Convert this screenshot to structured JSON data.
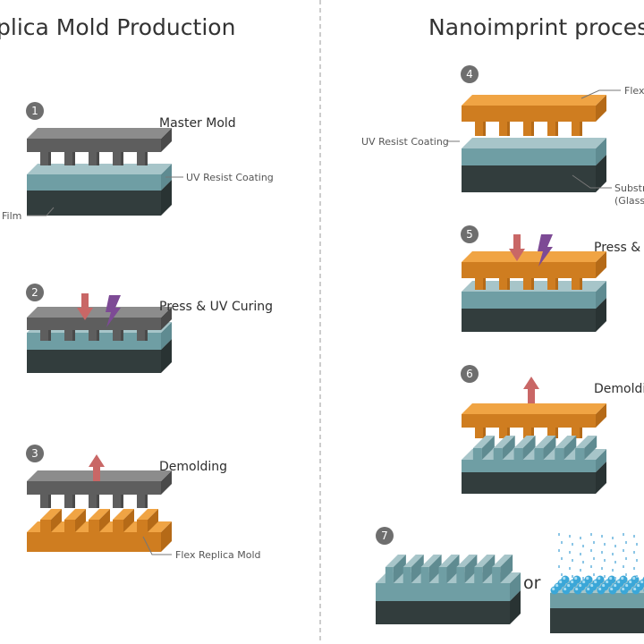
{
  "left_panel": {
    "title": "plica Mold Production",
    "steps": [
      {
        "number": "1",
        "label": "Master Mold"
      },
      {
        "number": "2",
        "label": "Press & UV Curing"
      },
      {
        "number": "3",
        "label": "Demolding"
      }
    ],
    "callouts": {
      "uv_resist": "UV Resist Coating",
      "film": "Film",
      "flex_replica": "Flex Replica Mold"
    }
  },
  "right_panel": {
    "title": "Nanoimprint process",
    "steps": [
      {
        "number": "4",
        "label": ""
      },
      {
        "number": "5",
        "label": "Press & U"
      },
      {
        "number": "6",
        "label": "Demoldi"
      },
      {
        "number": "7",
        "label": ""
      }
    ],
    "callouts": {
      "flex": "Flex",
      "uv_resist": "UV Resist Coating",
      "substrate_line1": "Substr",
      "substrate_line2": "(Glass,"
    },
    "or_text": "or"
  },
  "colors": {
    "mold_gray_top": "#8c8c8c",
    "mold_gray_side": "#5e5e5e",
    "resist_teal_top": "#a7c5c9",
    "resist_teal_side": "#6f9ea4",
    "film_dark_top": "#555555",
    "film_dark_side": "#323d3d",
    "replica_orange_top": "#f0a444",
    "replica_orange_side": "#cf7d20",
    "press_arrow": "#c96766",
    "uv_bolt": "#7d4a95",
    "divider": "#aaaaaa"
  },
  "icons": [
    "press-down-arrow-icon",
    "uv-lightning-icon",
    "lift-up-arrow-icon",
    "nanoparticle-spray-icon"
  ]
}
